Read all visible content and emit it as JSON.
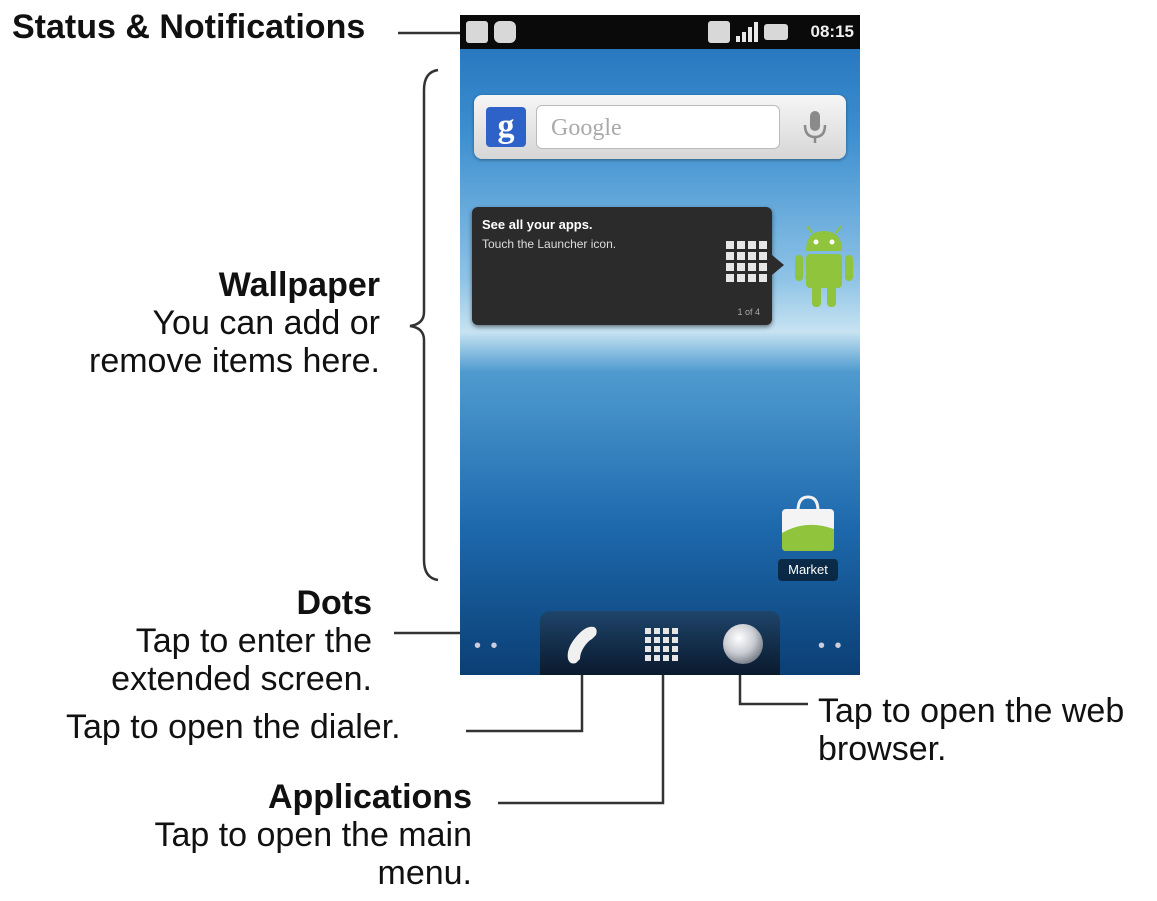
{
  "annotations": {
    "status": "Status & Notifications",
    "wallpaper_title": "Wallpaper",
    "wallpaper_desc_1": "You can add or",
    "wallpaper_desc_2": "remove items here.",
    "dots_title": "Dots",
    "dots_desc_1": "Tap to enter the",
    "dots_desc_2": "extended screen.",
    "dialer": "Tap to open the dialer.",
    "apps_title": "Applications",
    "apps_desc_1": "Tap to open the main",
    "apps_desc_2": "menu.",
    "browser_1": "Tap to open the web",
    "browser_2": "browser."
  },
  "phone": {
    "clock": "08:15",
    "search_placeholder": "Google",
    "tip_title": "See all your apps.",
    "tip_text": "Touch the Launcher icon.",
    "tip_count": "1 of 4",
    "market_label": "Market",
    "dots_left": "• •",
    "dots_right": "• •"
  },
  "icons": {
    "google": "google-logo-icon",
    "mic": "microphone-icon",
    "phone": "phone-icon",
    "launcher": "launcher-grid-icon",
    "browser": "globe-icon",
    "market": "market-bag-icon"
  }
}
